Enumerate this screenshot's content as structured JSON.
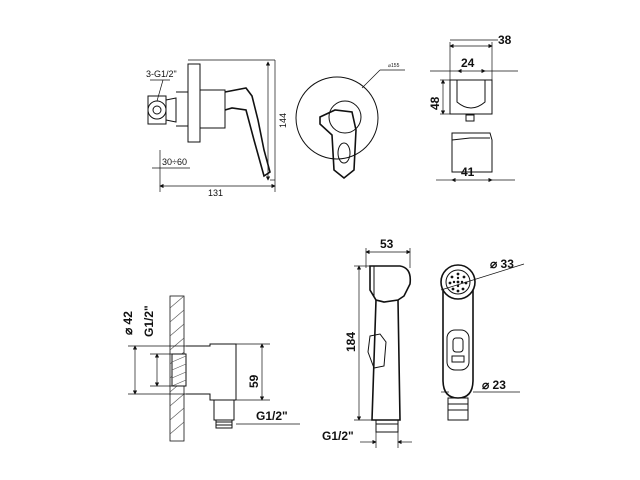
{
  "view1": {
    "inlet_label": "3-G1/2\"",
    "depth_label": "30÷60",
    "width_label": "131",
    "height_label": "144"
  },
  "view2": {
    "diameter_label": "⌀155"
  },
  "view3": {
    "width_top_label": "38",
    "width_inner_label": "24",
    "height_label": "48",
    "base_label": "41"
  },
  "view4": {
    "diameter_label": "⌀ 42",
    "thread_label": "G1/2\"",
    "height_label": "59",
    "outlet_thread_label": "G1/2\""
  },
  "view5": {
    "width_label": "53",
    "length_label": "184",
    "thread_label": "G1/2\""
  },
  "view6": {
    "head_diameter_label": "⌀ 33",
    "body_diameter_label": "⌀ 23"
  }
}
